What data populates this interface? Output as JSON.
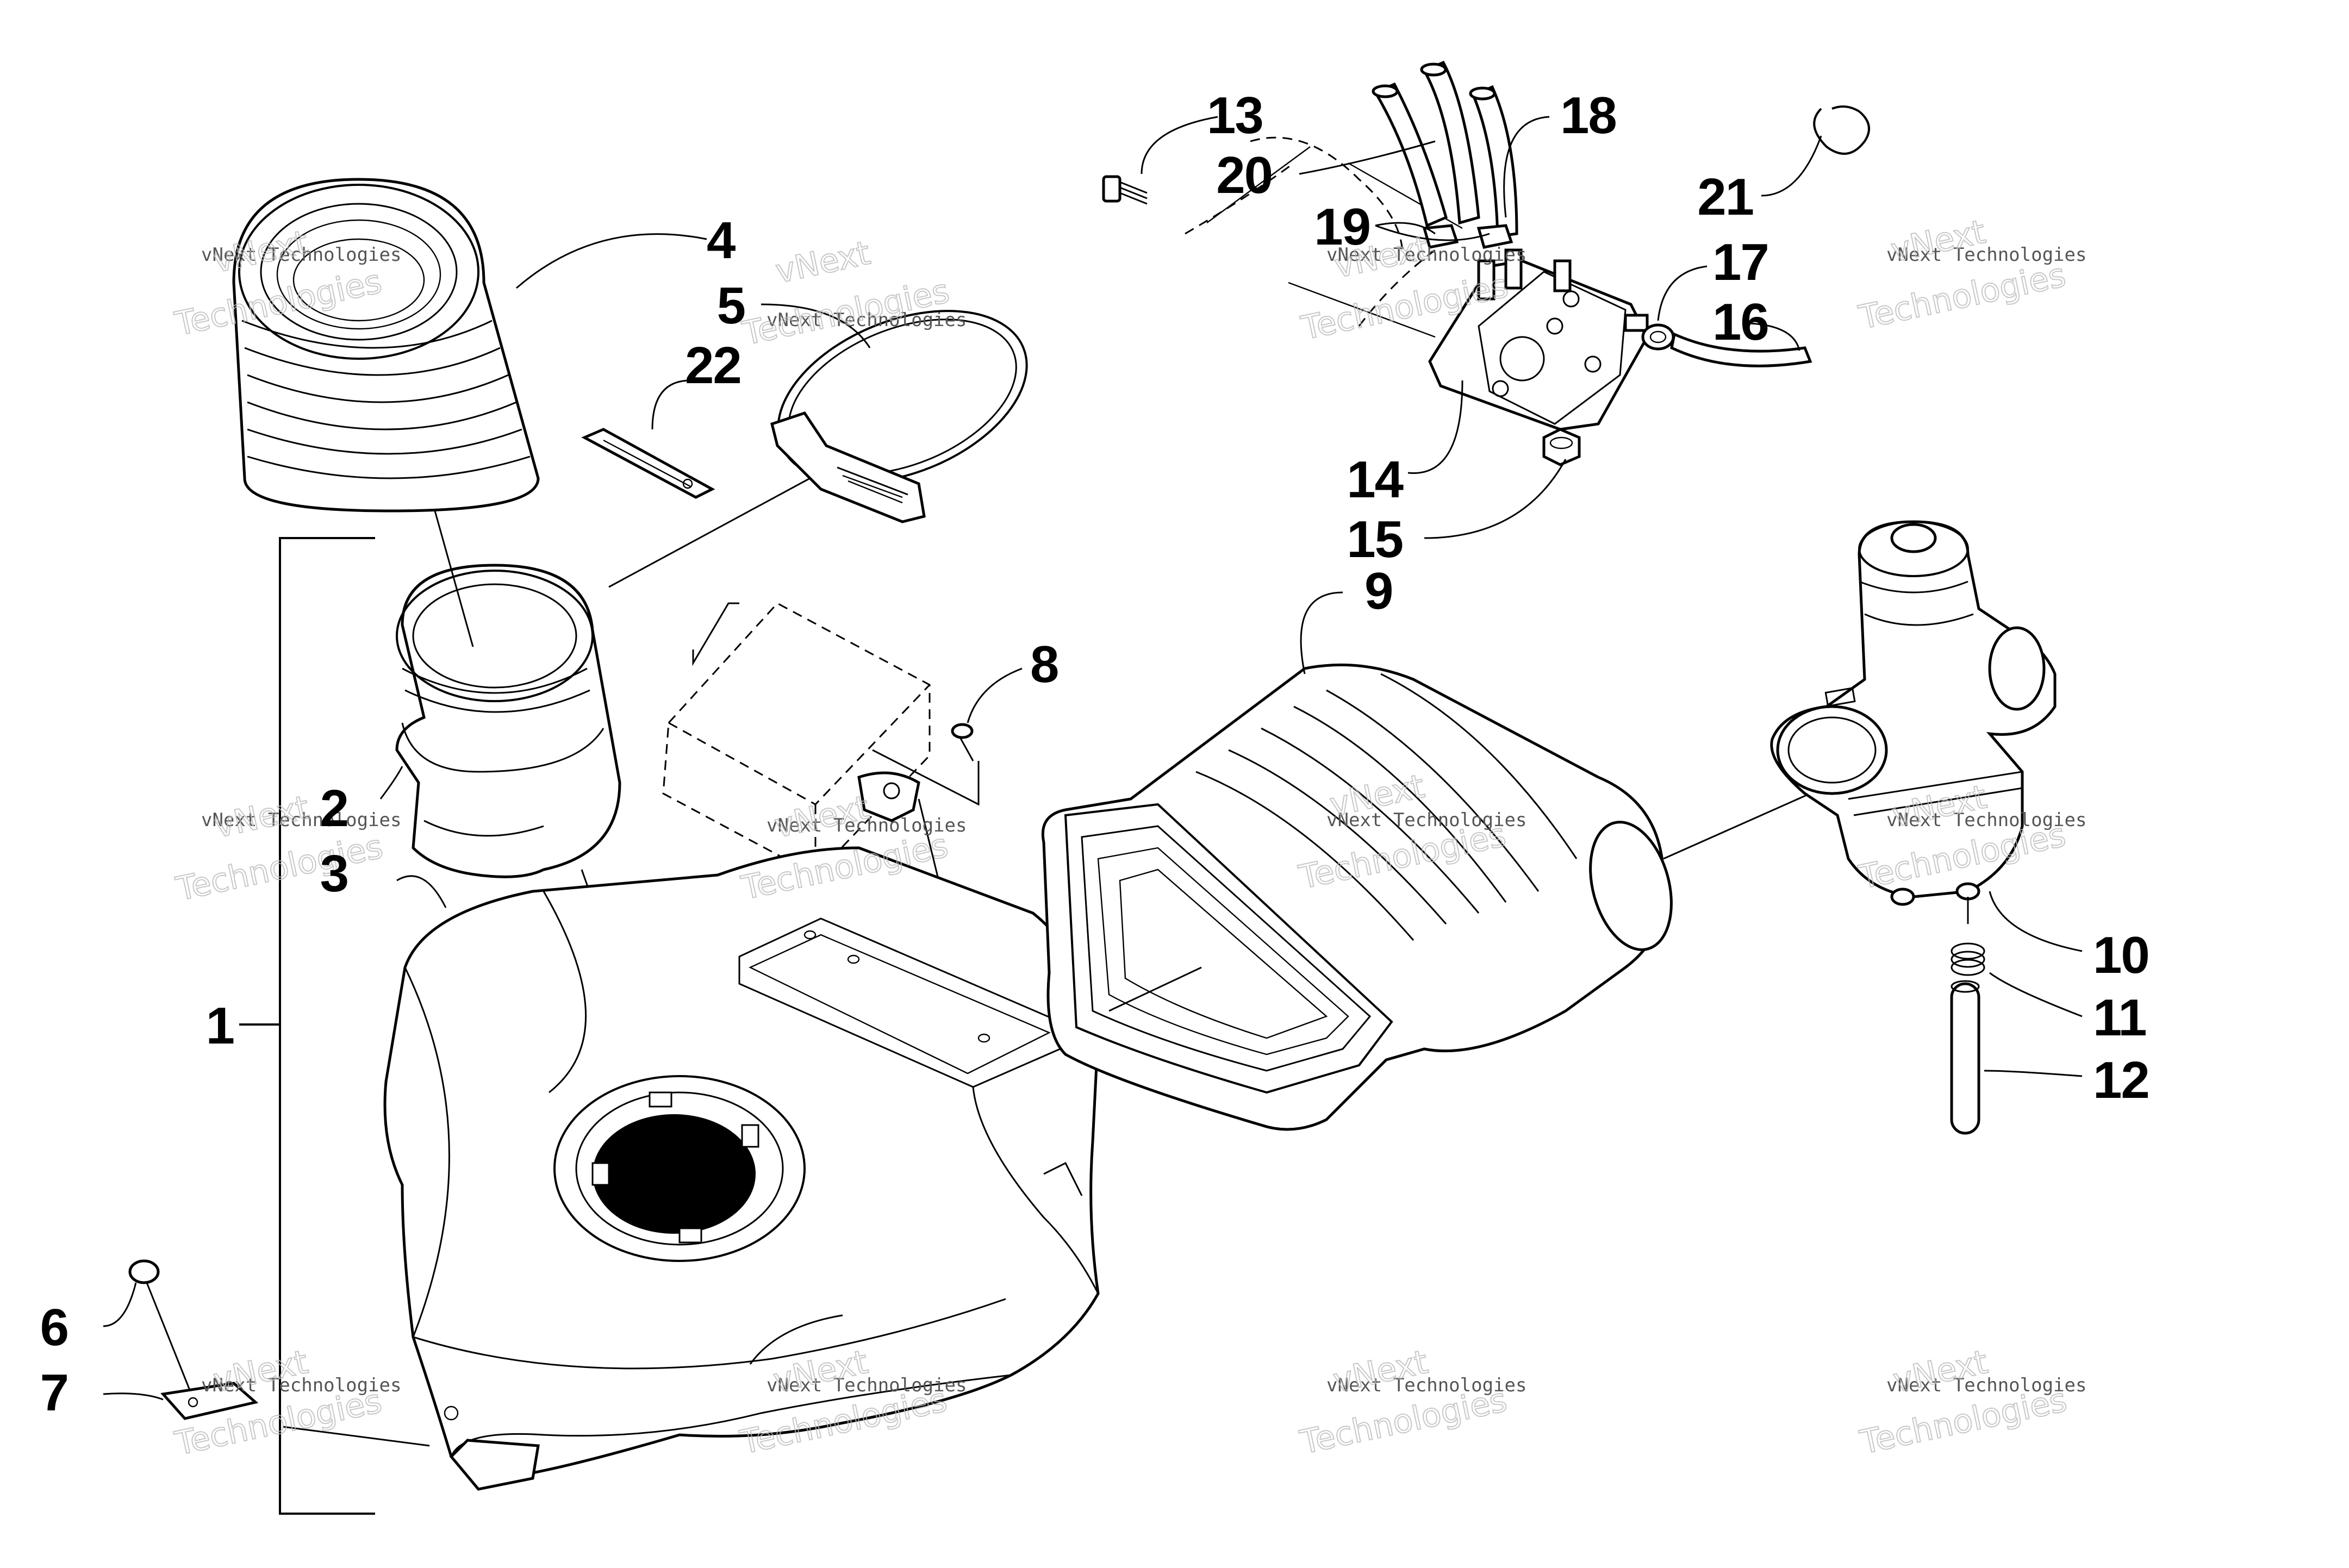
{
  "callouts": [
    "1",
    "2",
    "3",
    "4",
    "5",
    "6",
    "7",
    "8",
    "9",
    "10",
    "11",
    "12",
    "13",
    "14",
    "15",
    "16",
    "17",
    "18",
    "19",
    "20",
    "21",
    "22"
  ],
  "watermark": {
    "line1": "vNext Technologies",
    "line2": "vNext",
    "line3": "Technologies"
  }
}
